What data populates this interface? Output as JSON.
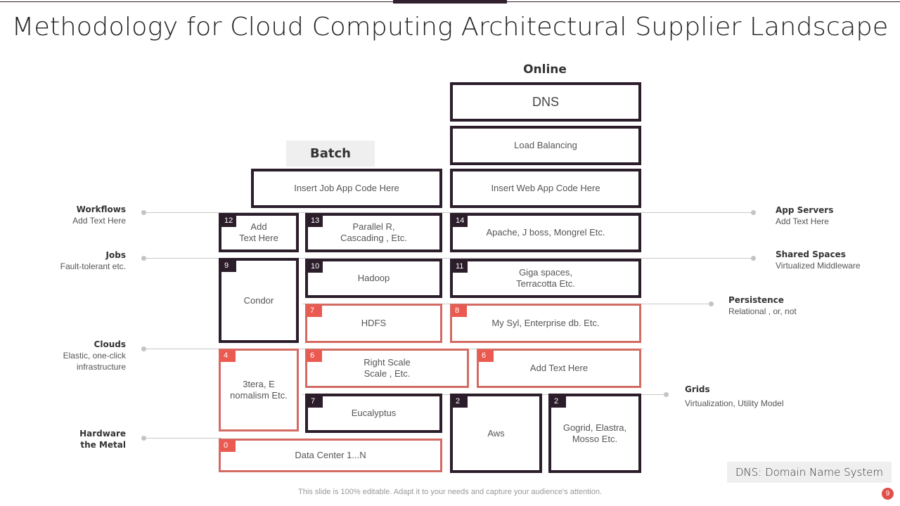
{
  "title": "Methodology for Cloud Computing Architectural Supplier Landscape",
  "headers": {
    "online": "Online",
    "batch": "Batch"
  },
  "boxes": {
    "dns": {
      "text": "DNS"
    },
    "load_balancing": {
      "text": "Load Balancing"
    },
    "job_app": {
      "text": "Insert Job App Code Here"
    },
    "web_app": {
      "text": "Insert Web App Code Here"
    },
    "add_text_12": {
      "num": "12",
      "text": "Add\nText Here"
    },
    "parallel_r": {
      "num": "13",
      "text": "Parallel R,\nCascading , Etc."
    },
    "apache": {
      "num": "14",
      "text": "Apache, J boss, Mongrel Etc."
    },
    "condor": {
      "num": "9",
      "text": "Condor"
    },
    "hadoop": {
      "num": "10",
      "text": "Hadoop"
    },
    "giga_spaces": {
      "num": "11",
      "text": "Giga spaces,\nTerracotta Etc."
    },
    "hdfs": {
      "num": "7",
      "text": "HDFS"
    },
    "mysyl": {
      "num": "8",
      "text": "My Syl, Enterprise db. Etc."
    },
    "3tera": {
      "num": "4",
      "text": "3tera, E\nnomalism Etc."
    },
    "right_scale": {
      "num": "6",
      "text": "Right Scale\nScale , Etc."
    },
    "add_text_6": {
      "num": "6",
      "text": "Add Text Here"
    },
    "eucalyptus": {
      "num": "7",
      "text": "Eucalyptus"
    },
    "aws": {
      "num": "2",
      "text": "Aws"
    },
    "gogrid": {
      "num": "2",
      "text": "Gogrid, Elastra,\nMosso Etc."
    },
    "data_center": {
      "num": "0",
      "text": "Data Center 1...N"
    }
  },
  "left_labels": [
    {
      "title": "Workflows",
      "desc": "Add Text Here"
    },
    {
      "title": "Jobs",
      "desc": "Fault-tolerant  etc."
    },
    {
      "title": "Clouds",
      "desc": "Elastic, one-click\ninfrastructure"
    },
    {
      "title": "Hardware\nthe Metal",
      "desc": ""
    }
  ],
  "right_labels": [
    {
      "title": "App Servers",
      "desc": "Add Text Here"
    },
    {
      "title": "Shared Spaces",
      "desc": "Virtualized Middleware"
    },
    {
      "title": "Persistence",
      "desc": "Relational  , or, not"
    },
    {
      "title": "Grids",
      "desc": "Virtualization, Utility Model"
    }
  ],
  "legend": "DNS: Domain Name System",
  "footer": "This slide is 100% editable. Adapt it to your needs and capture your audience's attention.",
  "page_number": "9",
  "colors": {
    "dark": "#2b1d2a",
    "red": "#d36b63",
    "red_tag": "#ea5a50"
  }
}
